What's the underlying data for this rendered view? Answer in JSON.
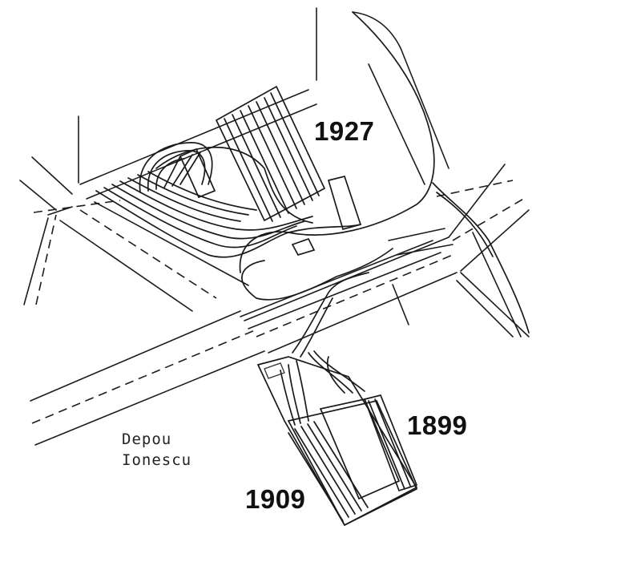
{
  "labels": {
    "depot_line1": "Depou",
    "depot_line2": "Ionescu",
    "year_1927": "1927",
    "year_1899": "1899",
    "year_1909": "1909"
  }
}
